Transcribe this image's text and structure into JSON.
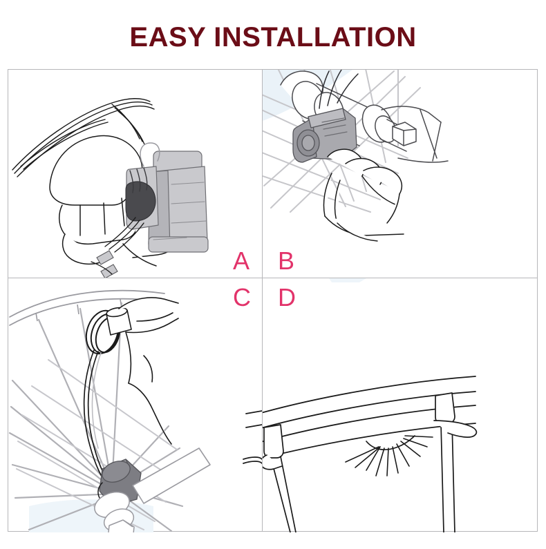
{
  "header": {
    "title": "EASY INSTALLATION",
    "title_color": "#6b0d17"
  },
  "theme": {
    "background": "#ffffff",
    "grid_border": "#b6b6b9",
    "label_pink": "#e2336a",
    "line_art_dark": "#1a1a1a",
    "line_art_light": "#b9b9bd",
    "device_body": "#c9c9cd",
    "device_shadow": "#8e8e93",
    "device_dark": "#4a4a4e",
    "tint_blue": "#eaf2f8"
  },
  "grid": {
    "columns": 2,
    "rows": 2,
    "panels": [
      {
        "id": "a",
        "letter": "A",
        "name": "panel-a-attach-light-to-bracket",
        "description": "Hand holding the bike light unit and bracket with wires routed through it"
      },
      {
        "id": "b",
        "letter": "B",
        "name": "panel-b-mount-sensor-on-hub",
        "description": "Sensor body being clamped onto the wheel hub axle between the spokes"
      },
      {
        "id": "c",
        "letter": "C",
        "name": "panel-c-route-cable-along-spokes",
        "description": "Hand routing the coiled cable from the rim down the spokes to the hub sensor"
      },
      {
        "id": "d",
        "letter": "D",
        "name": "panel-d-secure-with-zip-tie",
        "description": "Finished rim section with zip ties and the light shining outward"
      }
    ],
    "letters": {
      "a": "A",
      "b": "B",
      "c": "C",
      "d": "D"
    }
  }
}
